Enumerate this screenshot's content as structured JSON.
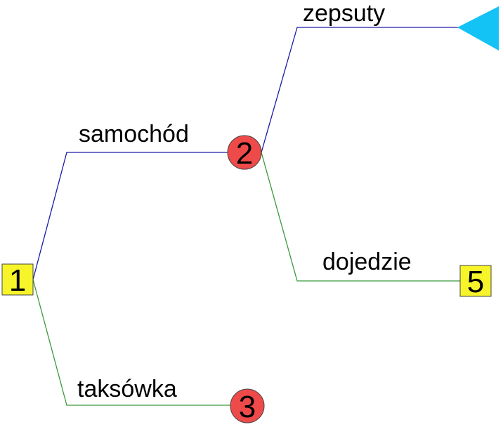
{
  "colors": {
    "decision_fill": "#f7f42a",
    "chance_fill": "#ef4a4a",
    "terminal_fill": "#14c3f5",
    "branch_up": "#1a1aa8",
    "branch_down": "#3a9a3a"
  },
  "nodes": {
    "n1": {
      "type": "decision-square",
      "label": "1"
    },
    "n2": {
      "type": "chance-circle",
      "label": "2"
    },
    "n3": {
      "type": "chance-circle",
      "label": "3"
    },
    "n5": {
      "type": "decision-square",
      "label": "5"
    },
    "t1": {
      "type": "terminal-triangle"
    }
  },
  "edges": {
    "samochod": {
      "from": "1",
      "to": "2",
      "label": "samochód"
    },
    "taksowka": {
      "from": "1",
      "to": "3",
      "label": "taksówka"
    },
    "zepsuty": {
      "from": "2",
      "to": "triangle",
      "label": "zepsuty"
    },
    "dojedzie": {
      "from": "2",
      "to": "5",
      "label": "dojedzie"
    }
  }
}
